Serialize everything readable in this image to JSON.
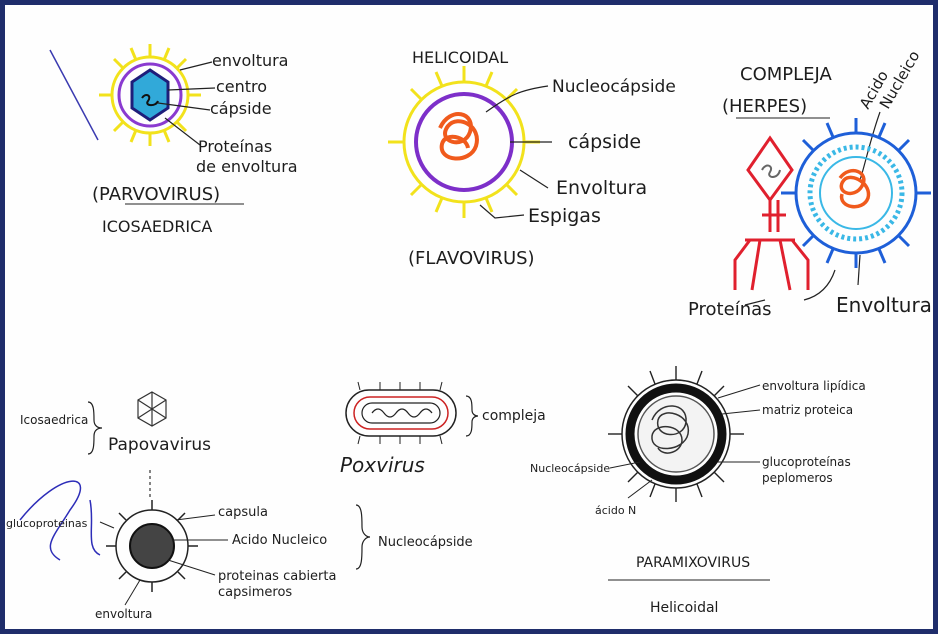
{
  "top": {
    "parvovirus": {
      "labels": [
        "envoltura",
        "centro",
        "cápside",
        "Proteínas",
        "de envoltura"
      ],
      "name": "(PARVOVIRUS)",
      "type": "ICOSAEDRICA"
    },
    "helicoidal": {
      "title": "HELICOIDAL",
      "labels": [
        "Nucleocápside",
        "cápside",
        "Envoltura",
        "Espigas"
      ],
      "name": "(FLAVOVIRUS)"
    },
    "compleja": {
      "title": "COMPLEJA",
      "subtitle": "(HERPES)",
      "acido": [
        "Acido",
        "Nucleico"
      ],
      "proteinas": "Proteínas",
      "envoltura": "Envoltura"
    }
  },
  "bottom": {
    "papova": {
      "bracket_label": "Icosaedrica",
      "name": "Papovavirus"
    },
    "pox": {
      "name": "Poxvirus",
      "bracket_label": "compleja"
    },
    "nucleo": {
      "labels": [
        "capsula",
        "Acido Nucleico",
        "proteinas cabierta",
        "capsimeros"
      ],
      "left": "glucoproteinas",
      "bottom": "envoltura",
      "bracket_label": "Nucleocápside"
    },
    "paramyxo": {
      "labels": [
        "envoltura lipídica",
        "matriz proteica",
        "glucoproteínas",
        "peplomeros"
      ],
      "left": "Nucleocápside",
      "bottom": "ácido N",
      "name": "PARAMIXOVIRUS",
      "type": "Helicoidal"
    }
  }
}
